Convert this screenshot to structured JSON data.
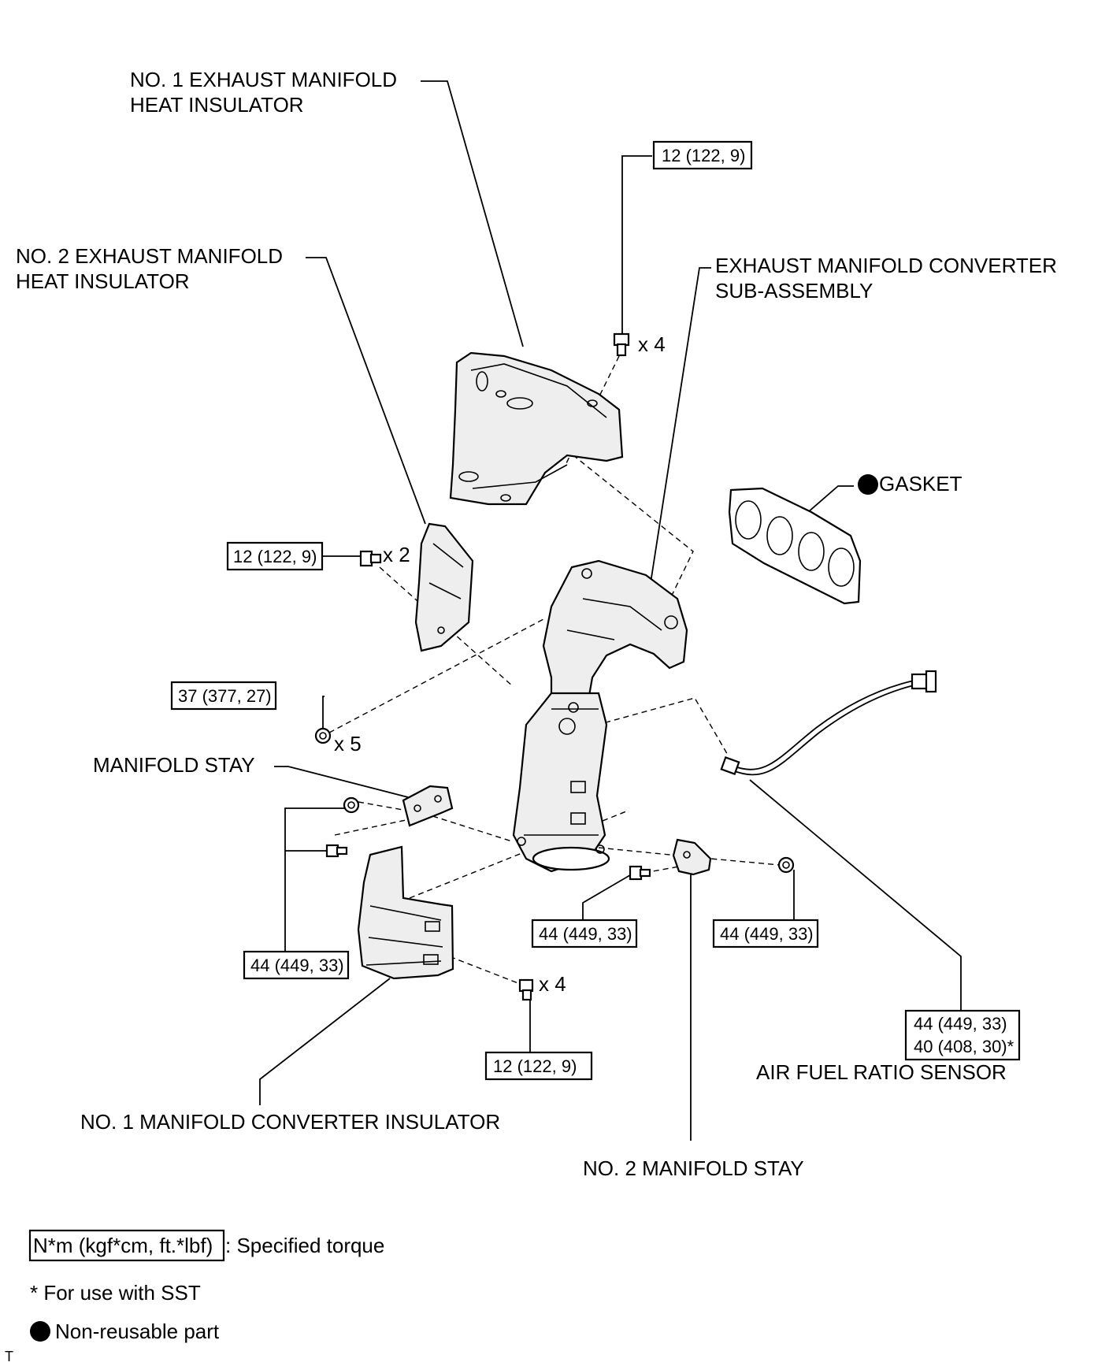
{
  "labels": {
    "no1_heat_insulator_l1": "NO. 1 EXHAUST MANIFOLD",
    "no1_heat_insulator_l2": "HEAT INSULATOR",
    "no2_heat_insulator_l1": "NO. 2 EXHAUST MANIFOLD",
    "no2_heat_insulator_l2": "HEAT INSULATOR",
    "converter_l1": "EXHAUST MANIFOLD CONVERTER",
    "converter_l2": "SUB-ASSEMBLY",
    "gasket": "GASKET",
    "manifold_stay": "MANIFOLD STAY",
    "air_fuel_ratio_sensor": "AIR FUEL RATIO SENSOR",
    "no1_converter_insulator": "NO. 1 MANIFOLD CONVERTER INSULATOR",
    "no2_manifold_stay": "NO. 2 MANIFOLD STAY"
  },
  "torques": {
    "top_bolts": "12 (122, 9)",
    "no2_insulator_bolts": "12 (122, 9)",
    "converter_nuts": "37 (377, 27)",
    "stay_left": "44 (449, 33)",
    "stay2_bolt": "44 (449, 33)",
    "stay2_nut": "44 (449, 33)",
    "lower_insulator_bolts": "12 (122, 9)",
    "sensor_line1": "44 (449, 33)",
    "sensor_line2": "40 (408, 30)*"
  },
  "quantities": {
    "top_bolts": "x 4",
    "no2_insulator_bolts": "x 2",
    "converter_nuts": "x 5",
    "lower_insulator_bolts": "x 4"
  },
  "legend": {
    "torque_unit": "N*m (kgf*cm, ft.*lbf)",
    "torque_desc": ": Specified torque",
    "sst_note": "* For use with SST",
    "non_reusable": "Non-reusable part"
  },
  "corner_mark": "T"
}
